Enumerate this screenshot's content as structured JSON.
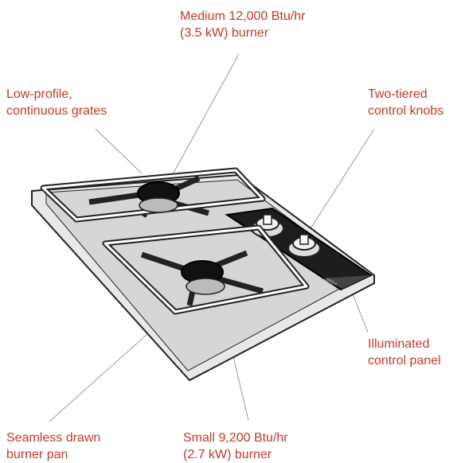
{
  "callouts": {
    "medium_burner": {
      "line1": "Medium 12,000 Btu/hr",
      "line2": "(3.5 kW) burner"
    },
    "grates": {
      "line1": "Low-profile,",
      "line2": "continuous grates"
    },
    "knobs": {
      "line1": "Two-tiered",
      "line2": "control knobs"
    },
    "panel": {
      "line1": "Illuminated",
      "line2": "control panel"
    },
    "burner_pan": {
      "line1": "Seamless drawn",
      "line2": "burner pan"
    },
    "small_burner": {
      "line1": "Small 9,200 Btu/hr",
      "line2": "(2.7 kW) burner"
    }
  },
  "brand_mark": "WOLF",
  "colors": {
    "callout_text": "#c0392b",
    "outline": "#222222",
    "leader": "#999999"
  }
}
